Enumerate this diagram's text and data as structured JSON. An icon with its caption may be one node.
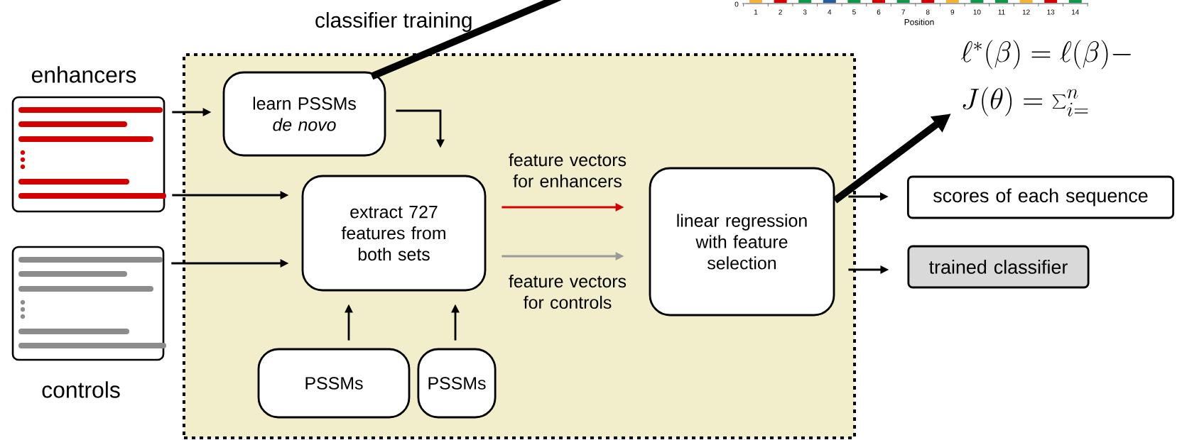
{
  "diagram": {
    "nodes": [
      {
        "text": [
          "enhancers"
        ]
      },
      {
        "text": [
          "controls"
        ]
      },
      {
        "text": [
          "classifier training"
        ]
      },
      {
        "text": [
          "learn PSSMs *de novo*"
        ],
        "in": 2
      },
      {
        "text": [
          "extract 727 features from both sets"
        ],
        "in": 2
      },
      {
        "text": [
          "PSSMs"
        ],
        "in": 2
      },
      {
        "text": [
          "PSSMs"
        ],
        "in": 2
      },
      {
        "text": [
          "linear regression with feature selection"
        ],
        "in": 2
      },
      {
        "text": [
          "scores of each sequence"
        ]
      },
      {
        "text": [
          "trained classifier"
        ]
      },
      {
        "text": [
          "\\ell^*(\\beta) = \\ell(\\beta) -",
          "J(\\theta) = \\sum_{i=}^{n}"
        ]
      }
    ],
    "edges": [
      {
        "from": 0,
        "to": 3,
        "arrow": "to"
      },
      {
        "from": 0,
        "to": 4,
        "arrow": "to"
      },
      {
        "from": 1,
        "to": 4,
        "arrow": "to"
      },
      {
        "from": 3,
        "to": 4,
        "arrow": "to"
      },
      {
        "from": 4,
        "to": 7,
        "arrow": "to",
        "label": "feature vectors for enhancers",
        "color": "#d40000"
      },
      {
        "from": 4,
        "to": 7,
        "arrow": "to",
        "label": "feature vectors for controls",
        "color": "#9a9a9a"
      },
      {
        "from": 5,
        "to": 4,
        "arrow": "to"
      },
      {
        "from": 6,
        "to": 4,
        "arrow": "to"
      },
      {
        "from": 7,
        "to": 8,
        "arrow": "to"
      },
      {
        "from": 7,
        "to": 9,
        "arrow": "to"
      },
      {
        "from": 3,
        "to": null,
        "arrow": "none",
        "style": "thick"
      },
      {
        "from": 7,
        "to": 10,
        "arrow": "to",
        "style": "thick"
      }
    ],
    "labels": [
      "0",
      "1",
      "2",
      "3",
      "4",
      "5",
      "6",
      "7",
      "8",
      "9",
      "10",
      "11",
      "12",
      "13",
      "14",
      "Position"
    ]
  }
}
